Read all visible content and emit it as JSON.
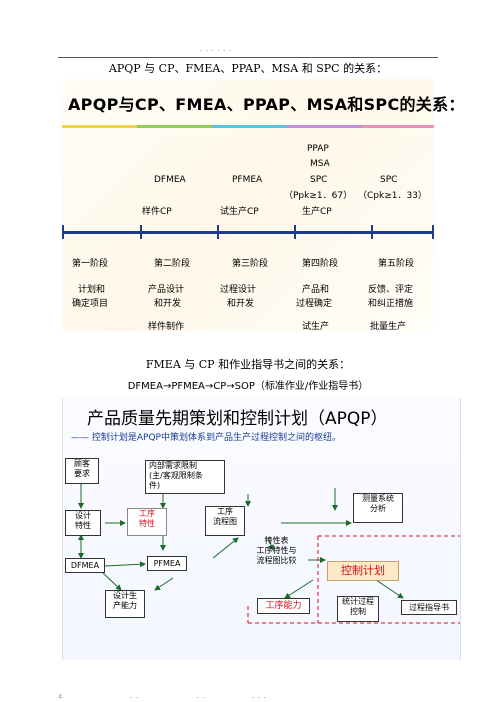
{
  "header_dots": ". .    .    . . .",
  "footer_dots": ". .                    . .                . . .",
  "footer_left": "c",
  "caption1": "APQP 与 CP、FMEA、PPAP、MSA 和 SPC 的关系：",
  "figure1": {
    "title": "APQP与CP、FMEA、PPAP、MSA和SPC的关系：",
    "top_labels": {
      "dfmea": "DFMEA",
      "pfmea": "PFMEA",
      "ppap": "PPAP",
      "msa": "MSA",
      "spc": "SPC",
      "spc2": "SPC",
      "ppk": "（Ppk≥1．67）",
      "cpk": "（Cpk≥1．33）"
    },
    "cp_labels": [
      "样件CP",
      "试生产CP",
      "生产CP"
    ],
    "stages": [
      "第一阶段",
      "第二阶段",
      "第三阶段",
      "第四阶段",
      "第五阶段"
    ],
    "stage_desc": [
      [
        "计划和",
        "确定项目"
      ],
      [
        "产品设计",
        "和开发"
      ],
      [
        "过程设计",
        "和开发"
      ],
      [
        "产品和",
        "过程确定"
      ],
      [
        "反馈、评定",
        "和纠正措施"
      ]
    ],
    "bottom_labels": [
      "样件制作",
      "试生产",
      "批量生产"
    ],
    "colors": {
      "line": "#1e3c8c",
      "rainbow": [
        "#f3d24a",
        "#8fd14f",
        "#54c6e8",
        "#c78de0",
        "#f08fb8"
      ]
    }
  },
  "caption2": "FMEA 与 CP 和作业指导书之间的关系：",
  "caption3": "DFMEA→PFMEA→CP→SOP（标准作业/作业指导书）",
  "figure2": {
    "title": "产品质量先期策划和控制计划（APQP）",
    "subtitle": "—— 控制计划是APQP中策划体系到产品生产过程控制之间的枢纽。",
    "boxes": {
      "customer": [
        "顾客",
        "要求"
      ],
      "internal": [
        "内部需求限制",
        "(主/客观限制条",
        "件)"
      ],
      "design_char": [
        "设计",
        "特性"
      ],
      "process_char": [
        "工序",
        "特性"
      ],
      "flow": [
        "工序",
        "流程图"
      ],
      "msa": [
        "测量系统",
        "分析"
      ],
      "compare": [
        "特性表",
        "工序特性与",
        "流程图比较"
      ],
      "dfmea": "DFMEA",
      "pfmea": "PFMEA",
      "control_plan": "控制计划",
      "capability": [
        "设计生",
        "产能力"
      ],
      "process_capability": "工序能力",
      "spc": [
        "统计过程",
        "控制"
      ],
      "instruction": "过程指导书"
    },
    "colors": {
      "red": "#d4101a",
      "green": "#1a8c2c",
      "blue": "#1c3d96",
      "accent_box": "#fde9c8"
    }
  }
}
